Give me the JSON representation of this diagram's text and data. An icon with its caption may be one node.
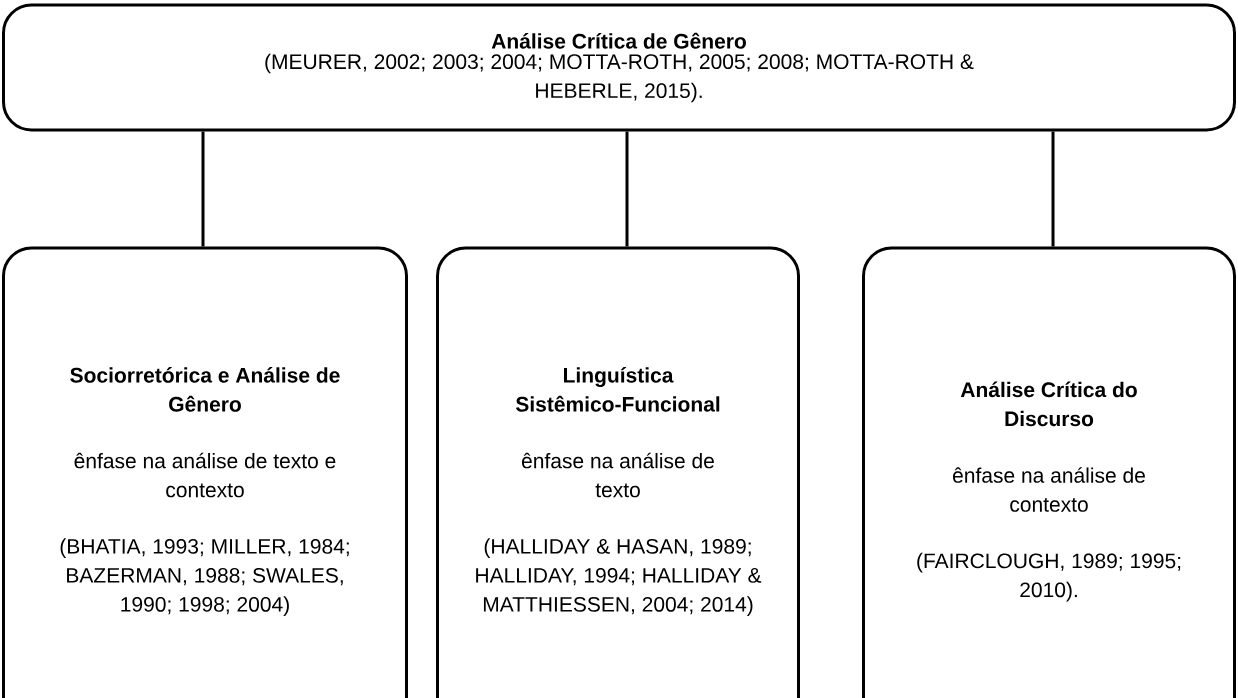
{
  "diagram": {
    "nodes": [
      {
        "text": [
          "Análise Crítica de Gênero",
          "(MEURER, 2002; 2003; 2004; MOTTA-ROTH, 2005; 2008; MOTTA-ROTH & HEBERLE, 2015)."
        ]
      },
      {
        "text": [
          "Sociorretórica e Análise de Gênero",
          "ênfase na análise de texto e contexto",
          "(BHATIA, 1993; MILLER, 1984; BAZERMAN, 1988; SWALES, 1990; 1998; 2004)"
        ]
      },
      {
        "text": [
          "Linguística Sistêmico-Funcional",
          "ênfase na análise de texto",
          "(HALLIDAY & HASAN, 1989; HALLIDAY, 1994; HALLIDAY & MATTHIESSEN, 2004; 2014)"
        ]
      },
      {
        "text": [
          "Análise Crítica do Discurso",
          "ênfase na análise de contexto",
          "(FAIRCLOUGH, 1989; 1995; 2010)."
        ]
      }
    ],
    "edges": [
      {
        "from": 0,
        "to": 1,
        "arrow": "none"
      },
      {
        "from": 0,
        "to": 2,
        "arrow": "none"
      },
      {
        "from": 0,
        "to": 3,
        "arrow": "none"
      }
    ]
  }
}
